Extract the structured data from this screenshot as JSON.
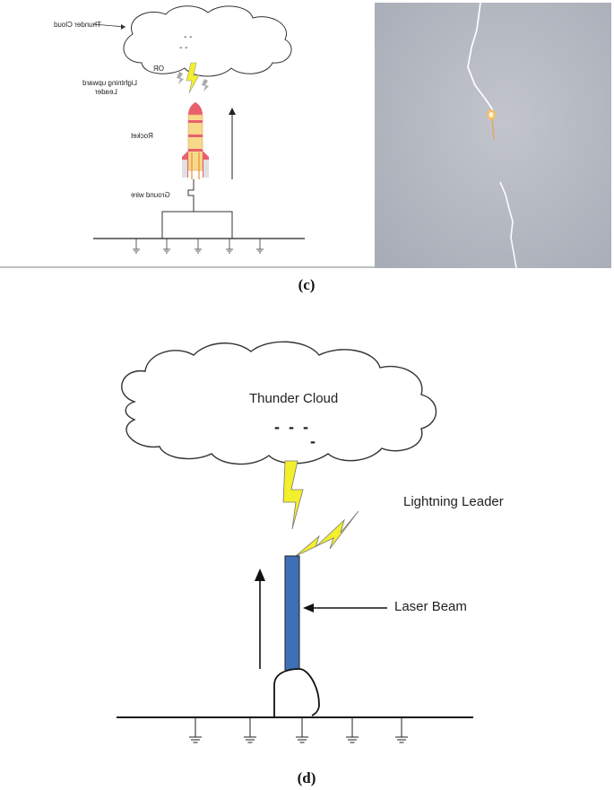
{
  "panel_c": {
    "caption": "(c)",
    "labels": {
      "thunder_cloud": "Thunder Cloud",
      "or": "OR",
      "upward_leader_line1": "Lightning upward",
      "upward_leader_line2": "Leader",
      "rocket": "Rocket",
      "ground_wire": "Ground wire"
    },
    "charges": [
      "- -",
      "- -"
    ]
  },
  "panel_d": {
    "caption": "(d)",
    "labels": {
      "thunder_cloud": "Thunder Cloud",
      "lightning_leader": "Lightning Leader",
      "laser_beam": "Laser Beam"
    },
    "charges": [
      "-  -  -",
      "-"
    ]
  },
  "colors": {
    "bolt_fill": "#f2ef2c",
    "laser_beam": "#3f6fb5",
    "rocket_body": "#f7d98a",
    "rocket_accent": "#e8606d"
  }
}
